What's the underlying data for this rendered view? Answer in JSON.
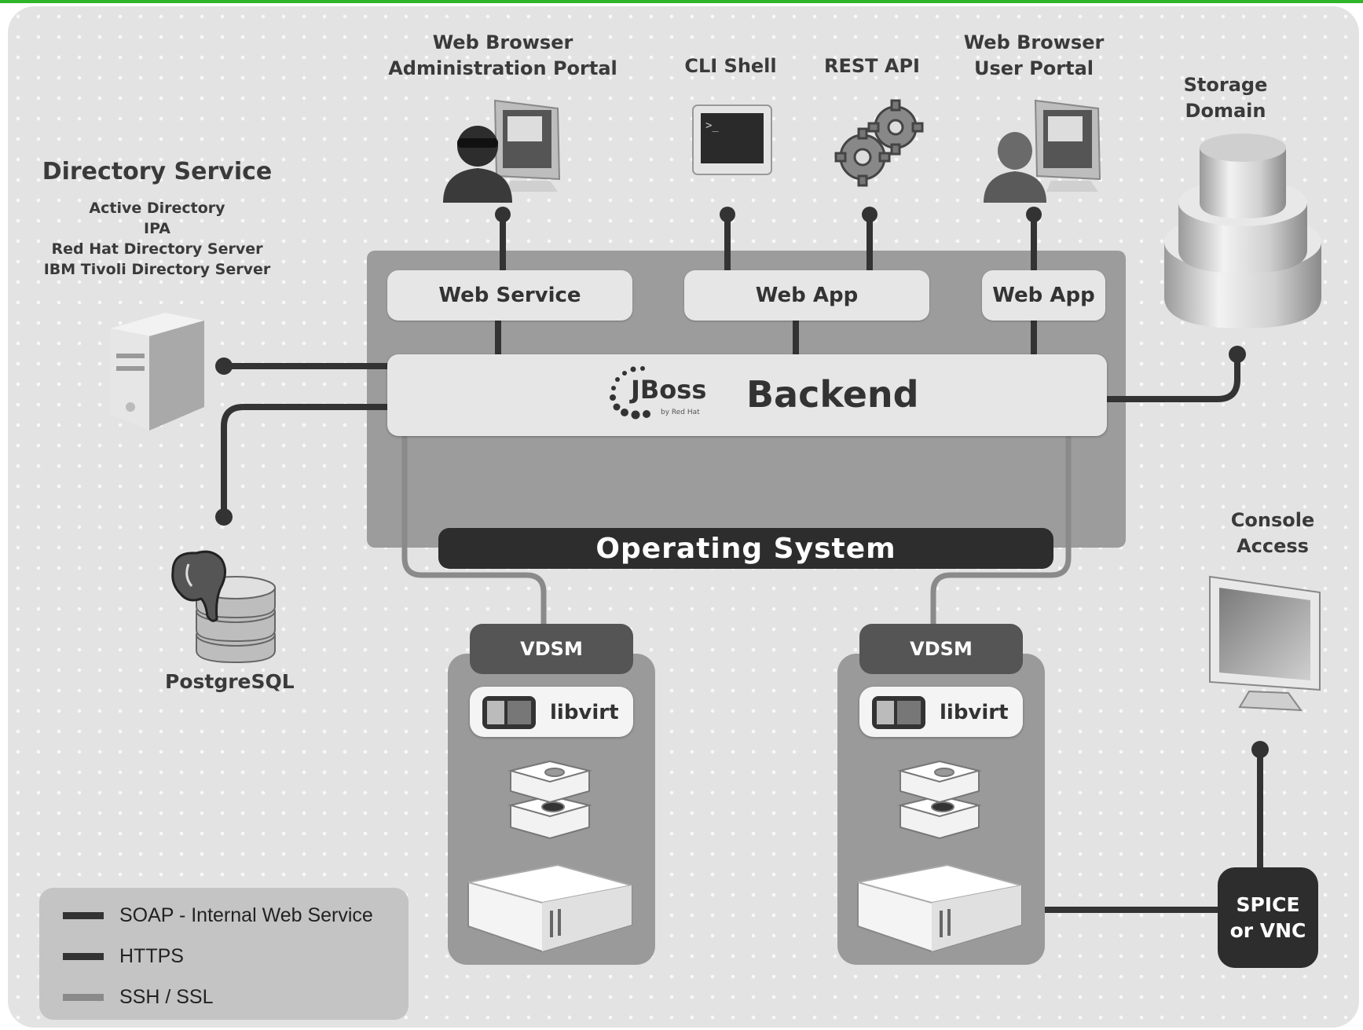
{
  "top_clients": {
    "admin_portal": [
      "Web Browser",
      "Administration Portal"
    ],
    "cli": "CLI Shell",
    "rest": "REST API",
    "user_portal": [
      "Web Browser",
      "User Portal"
    ]
  },
  "storage": [
    "Storage",
    "Domain"
  ],
  "directory": {
    "title": "Directory Service",
    "items": [
      "Active Directory",
      "IPA",
      "Red Hat Directory Server",
      "IBM Tivoli Directory Server"
    ]
  },
  "database": "PostgreSQL",
  "engine": {
    "web_service": "Web Service",
    "web_app_1": "Web App",
    "web_app_2": "Web App",
    "jboss_logo": "JBoss",
    "jboss_byline": "by Red Hat",
    "backend": "Backend",
    "os": "Operating System"
  },
  "hosts": [
    {
      "vdsm": "VDSM",
      "libvirt": "libvirt"
    },
    {
      "vdsm": "VDSM",
      "libvirt": "libvirt"
    }
  ],
  "console": [
    "Console",
    "Access"
  ],
  "spice": [
    "SPICE",
    "or VNC"
  ],
  "legend": [
    {
      "label": "SOAP - Internal Web Service",
      "color": "#333333"
    },
    {
      "label": "HTTPS",
      "color": "#333333"
    },
    {
      "label": "SSH / SSL",
      "color": "#8a8a8a"
    }
  ]
}
